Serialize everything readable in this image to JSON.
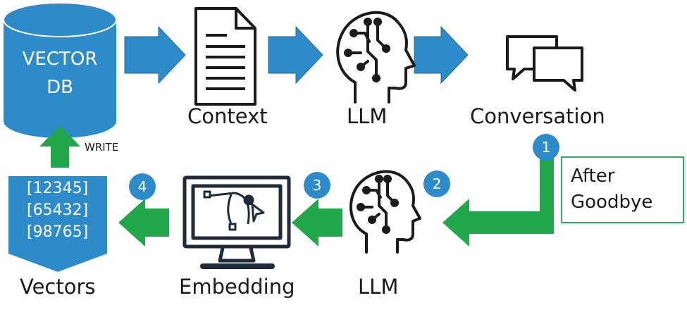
{
  "top_row": {
    "db_line1": "VECTOR",
    "db_line2": "DB",
    "context_label": "Context",
    "llm_label": "LLM",
    "conversation_label": "Conversation"
  },
  "bottom_row": {
    "vectors_label": "Vectors",
    "embedding_label": "Embedding",
    "llm_label": "LLM",
    "vector_values": [
      "[12345]",
      "[65432]",
      "[98765]"
    ]
  },
  "write_label": "WRITE",
  "after_goodbye": {
    "line1": "After",
    "line2": "Goodbye"
  },
  "steps": [
    "1",
    "2",
    "3",
    "4"
  ],
  "colors": {
    "blue": "#2e8bc9",
    "green": "#21a84a",
    "dark": "#1a1a1a",
    "box_border": "#27ae60"
  },
  "icons": [
    "database-icon",
    "document-icon",
    "brain-icon",
    "chat-bubbles-icon",
    "monitor-vector-icon"
  ]
}
